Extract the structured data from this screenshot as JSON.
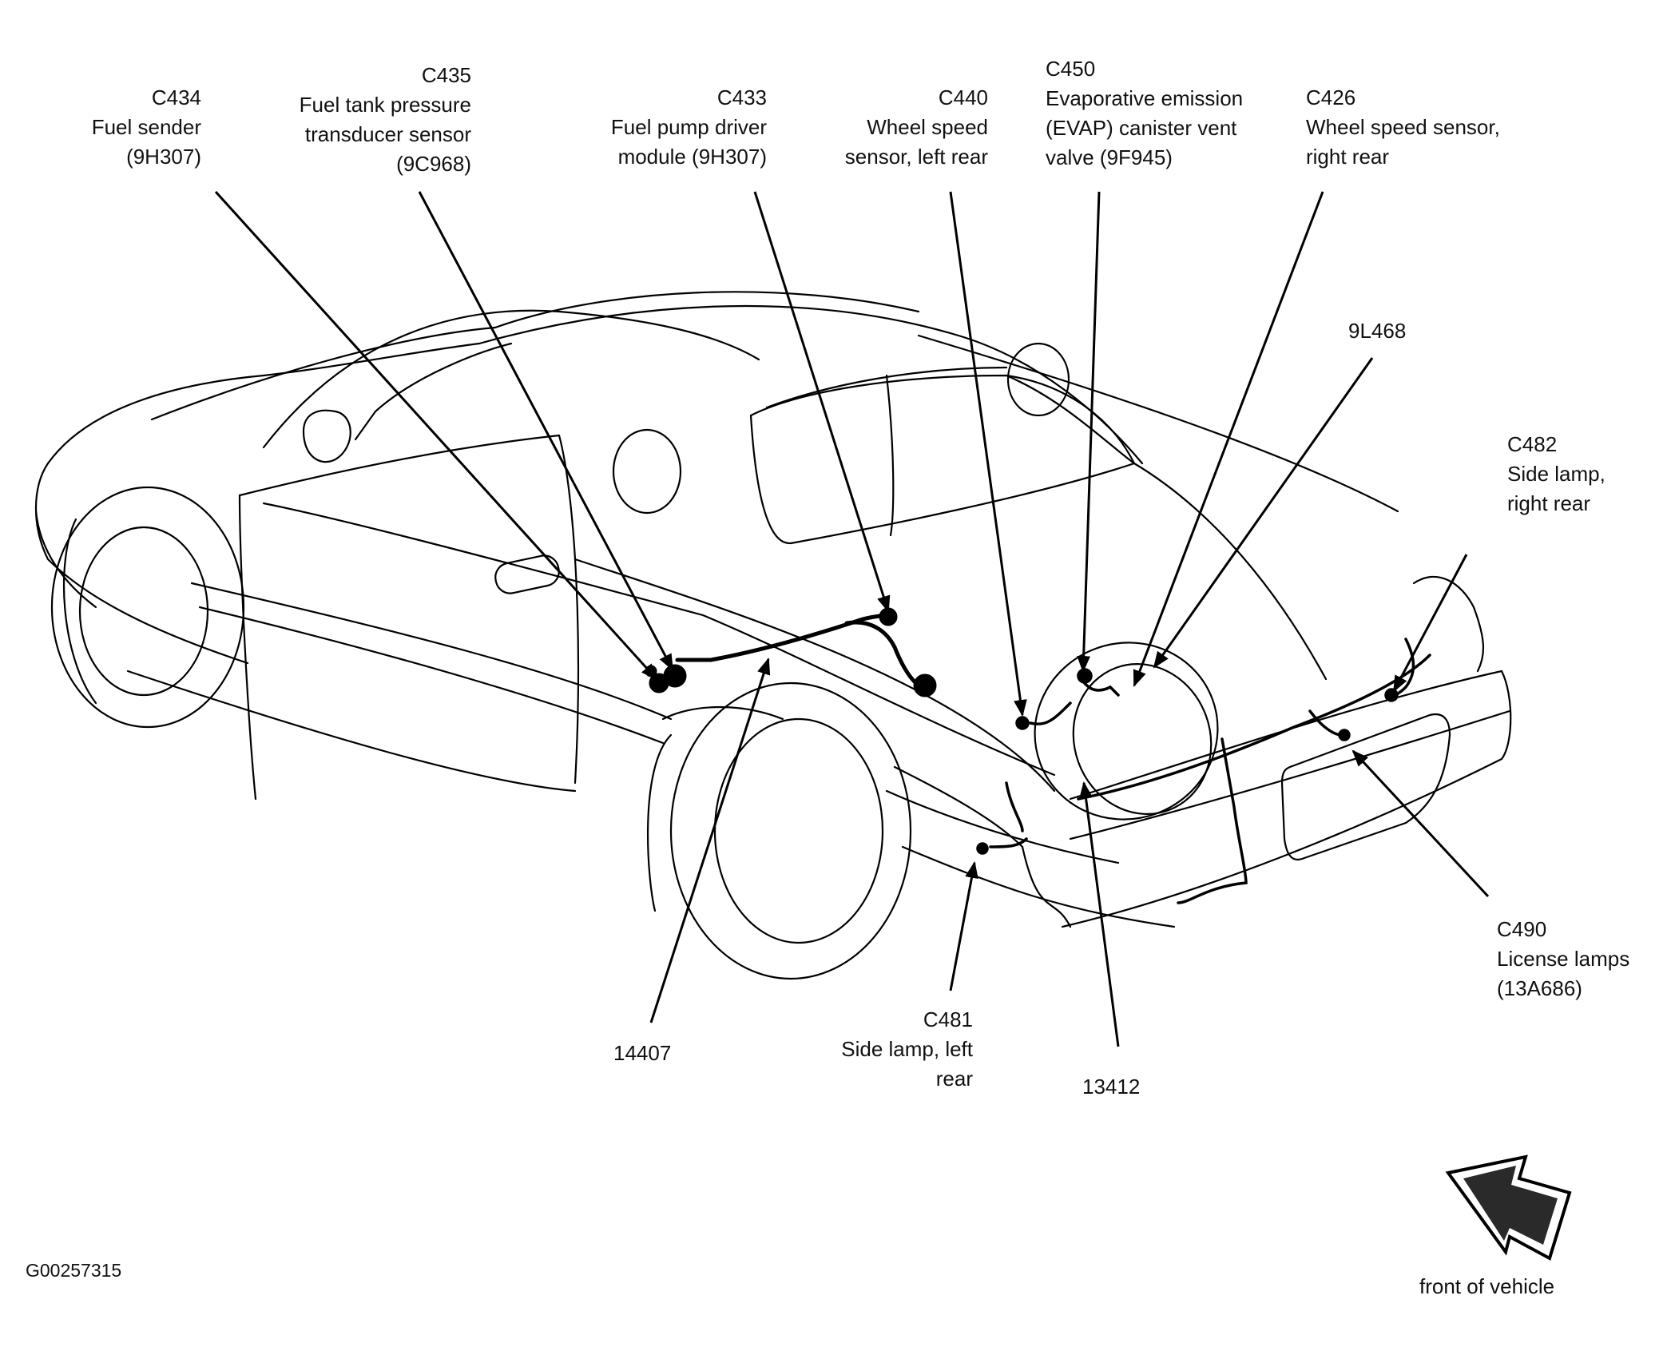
{
  "figure_id": "G00257315",
  "orientation_label": "front of vehicle",
  "callouts": {
    "c434": {
      "code": "C434",
      "lines": [
        "Fuel sender",
        "(9H307)"
      ]
    },
    "c435": {
      "code": "C435",
      "lines": [
        "Fuel tank pressure",
        "transducer sensor",
        "(9C968)"
      ]
    },
    "c433": {
      "code": "C433",
      "lines": [
        "Fuel pump driver",
        "module (9H307)"
      ]
    },
    "c440": {
      "code": "C440",
      "lines": [
        "Wheel speed",
        "sensor, left rear"
      ]
    },
    "c450": {
      "code": "C450",
      "lines": [
        "Evaporative emission",
        "(EVAP) canister vent",
        "valve (9F945)"
      ]
    },
    "c426": {
      "code": "C426",
      "lines": [
        "Wheel speed sensor,",
        "right rear"
      ]
    },
    "p9l468": {
      "code": "9L468",
      "lines": []
    },
    "c482": {
      "code": "C482",
      "lines": [
        "Side lamp,",
        "right rear"
      ]
    },
    "c490": {
      "code": "C490",
      "lines": [
        "License lamps",
        "(13A686)"
      ]
    },
    "c481": {
      "code": "C481",
      "lines": [
        "Side lamp, left",
        "rear"
      ]
    },
    "p14407": {
      "code": "14407",
      "lines": []
    },
    "p13412": {
      "code": "13412",
      "lines": []
    }
  },
  "icons": {
    "front_arrow": "front-of-vehicle-arrow-icon"
  },
  "colors": {
    "ink": "#000000",
    "paper": "#ffffff",
    "arrow_fill": "#2a2a2a"
  }
}
